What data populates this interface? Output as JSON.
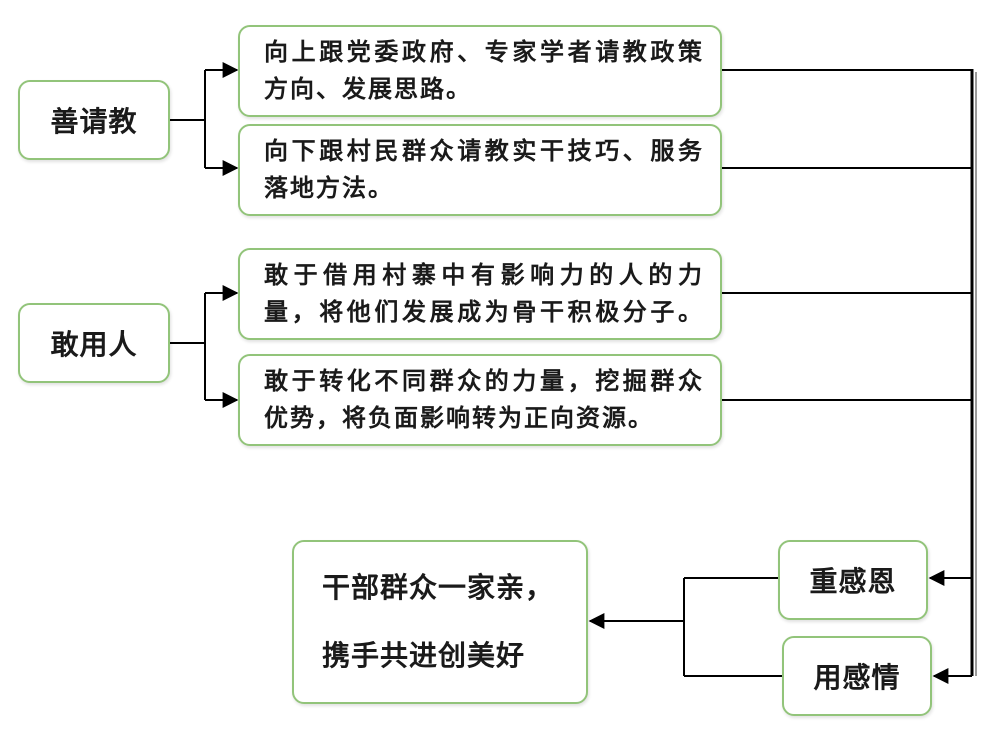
{
  "diagram": {
    "left_nodes": [
      {
        "label": "善请教"
      },
      {
        "label": "敢用人"
      }
    ],
    "detail_boxes": [
      {
        "lines": [
          "向上跟党委政府、专家学者请教政策",
          "方向、发展思路。"
        ]
      },
      {
        "lines": [
          "向下跟村民群众请教实干技巧、服务",
          "落地方法。"
        ]
      },
      {
        "lines": [
          "敢于借用村寨中有影响力的人的力",
          "量，将他们发展成为骨干积极分子。"
        ]
      },
      {
        "lines": [
          "敢于转化不同群众的力量，挖掘群众",
          "优势，将负面影响转为正向资源。"
        ]
      }
    ],
    "right_nodes": [
      {
        "label": "重感恩"
      },
      {
        "label": "用感情"
      }
    ],
    "result": {
      "lines": [
        "干部群众一家亲，",
        "携手共进创美好"
      ]
    }
  },
  "colors": {
    "box_border": "#92c47a",
    "line": "#000000",
    "text": "#1a1a1a"
  }
}
